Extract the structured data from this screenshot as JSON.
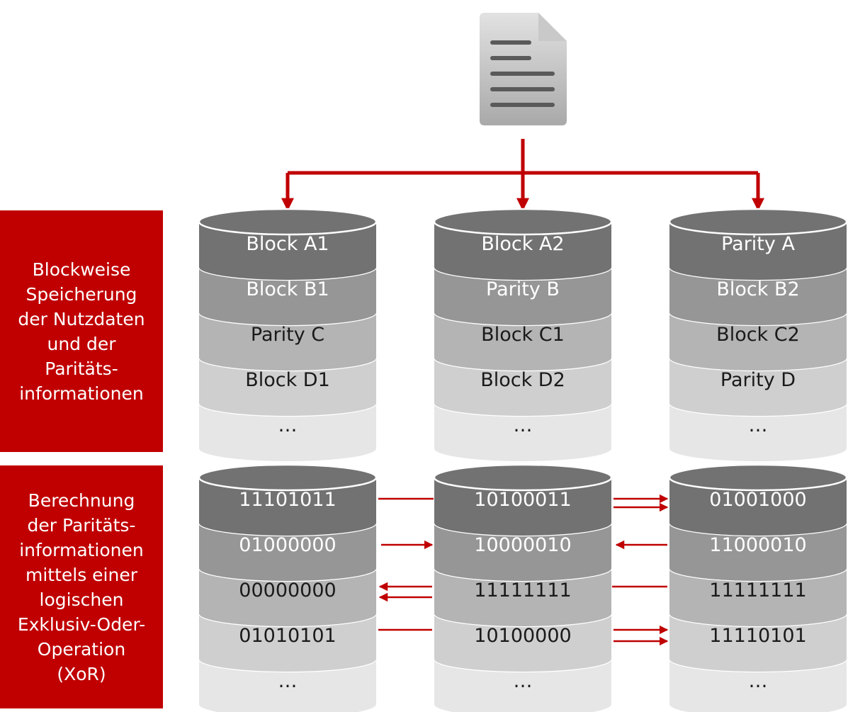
{
  "document_icon": "document-icon",
  "colors": {
    "accent": "#c00000",
    "tier1": "#727272",
    "tier2": "#969696",
    "tier3": "#b4b4b4",
    "tier4": "#cfcfcf",
    "tier5": "#e6e6e6"
  },
  "panels": {
    "storage": "Blockweise\nSpeicherung\nder Nutzdaten\nund der\nParitäts-\ninformationen",
    "calculation": "Berechnung\nder Paritäts-\ninformationen\nmittels einer\nlogischen\nExklusiv-Oder-\nOperation\n(XoR)"
  },
  "storage_disks": [
    {
      "cells": [
        "Block A1",
        "Block B1",
        "Parity C",
        "Block D1",
        "…"
      ]
    },
    {
      "cells": [
        "Block A2",
        "Parity B",
        "Block C1",
        "Block D2",
        "…"
      ]
    },
    {
      "cells": [
        "Parity A",
        "Block B2",
        "Block C2",
        "Parity D",
        "…"
      ]
    }
  ],
  "xor_disks": [
    {
      "cells": [
        "11101011",
        "01000000",
        "00000000",
        "01010101",
        "…"
      ]
    },
    {
      "cells": [
        "10100011",
        "10000010",
        "11111111",
        "10100000",
        "…"
      ]
    },
    {
      "cells": [
        "01001000",
        "11000010",
        "11111111",
        "11110101",
        "…"
      ]
    }
  ]
}
